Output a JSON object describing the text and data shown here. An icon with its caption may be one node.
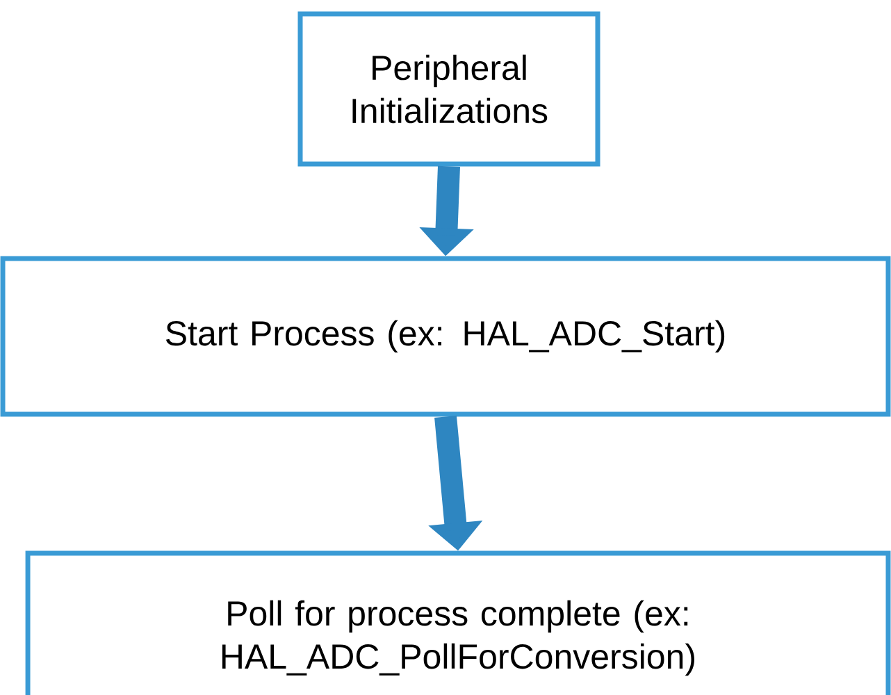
{
  "diagram": {
    "nodes": [
      {
        "text": [
          "Peripheral Initializations"
        ]
      },
      {
        "text": [
          "Start Process (ex: HAL_ADC_Start)"
        ]
      },
      {
        "text": [
          "Poll for process complete (ex: HAL_ADC_PollForConversion)"
        ]
      }
    ],
    "edges": [
      {
        "from": 0,
        "to": 1,
        "arrow": "to"
      },
      {
        "from": 1,
        "to": 2,
        "arrow": "to"
      }
    ]
  }
}
